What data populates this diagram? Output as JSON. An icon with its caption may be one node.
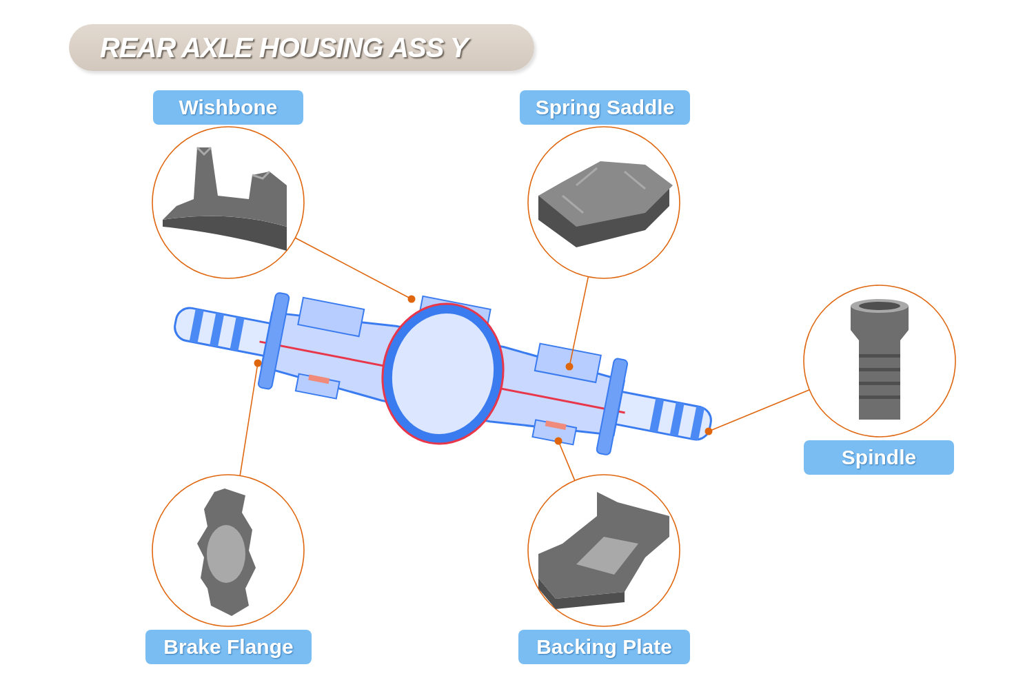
{
  "diagram": {
    "title": "REAR AXLE HOUSING ASS Y",
    "nodes": [
      {
        "text": [
          "Wishbone"
        ]
      },
      {
        "text": [
          "Spring Saddle"
        ]
      },
      {
        "text": [
          "Spindle"
        ]
      },
      {
        "text": [
          "Brake Flange"
        ]
      },
      {
        "text": [
          "Backing Plate"
        ]
      },
      {
        "text": [],
        "shape": "picture"
      }
    ],
    "edges": [
      {
        "from": 0,
        "to": 5,
        "arrow": "other"
      },
      {
        "from": 1,
        "to": 5,
        "arrow": "other"
      },
      {
        "from": 2,
        "to": 5,
        "arrow": "other"
      },
      {
        "from": 3,
        "to": 5,
        "arrow": "other"
      },
      {
        "from": 4,
        "to": 5,
        "arrow": "other"
      }
    ]
  }
}
